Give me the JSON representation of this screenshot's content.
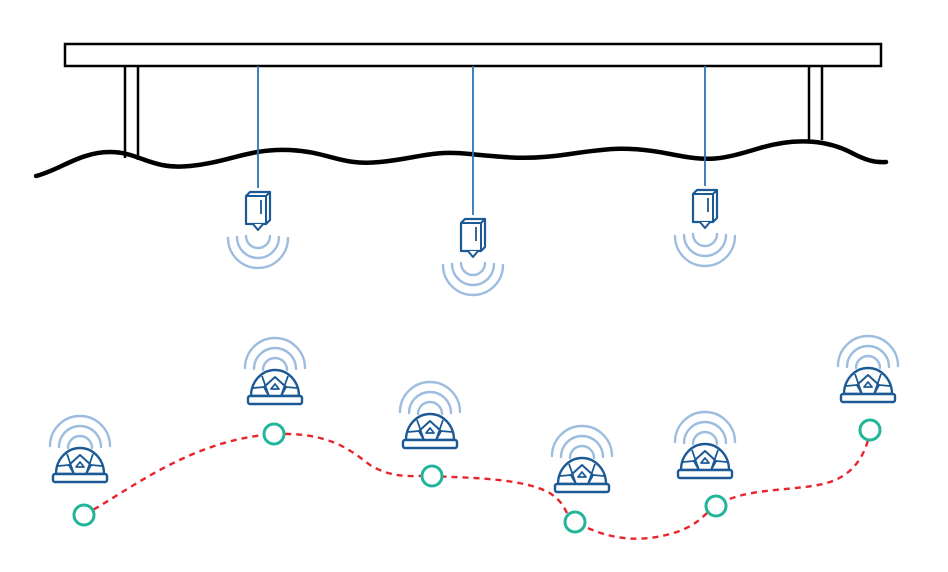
{
  "scene": {
    "structure": "pier",
    "sensor_groups": [
      {
        "name": "hanging-transducers",
        "icon": "hanging-sensor-icon",
        "count": 3
      },
      {
        "name": "seabed-beacons",
        "icon": "dome-beacon-icon",
        "count": 6
      }
    ],
    "path": {
      "style": "dashed"
    }
  },
  "colors": {
    "ink": "#000000",
    "device": "#1c5a96",
    "cable": "#2e73b5",
    "signal": "#9dbde0",
    "path": "#e8242c",
    "node": "#22b59a"
  }
}
